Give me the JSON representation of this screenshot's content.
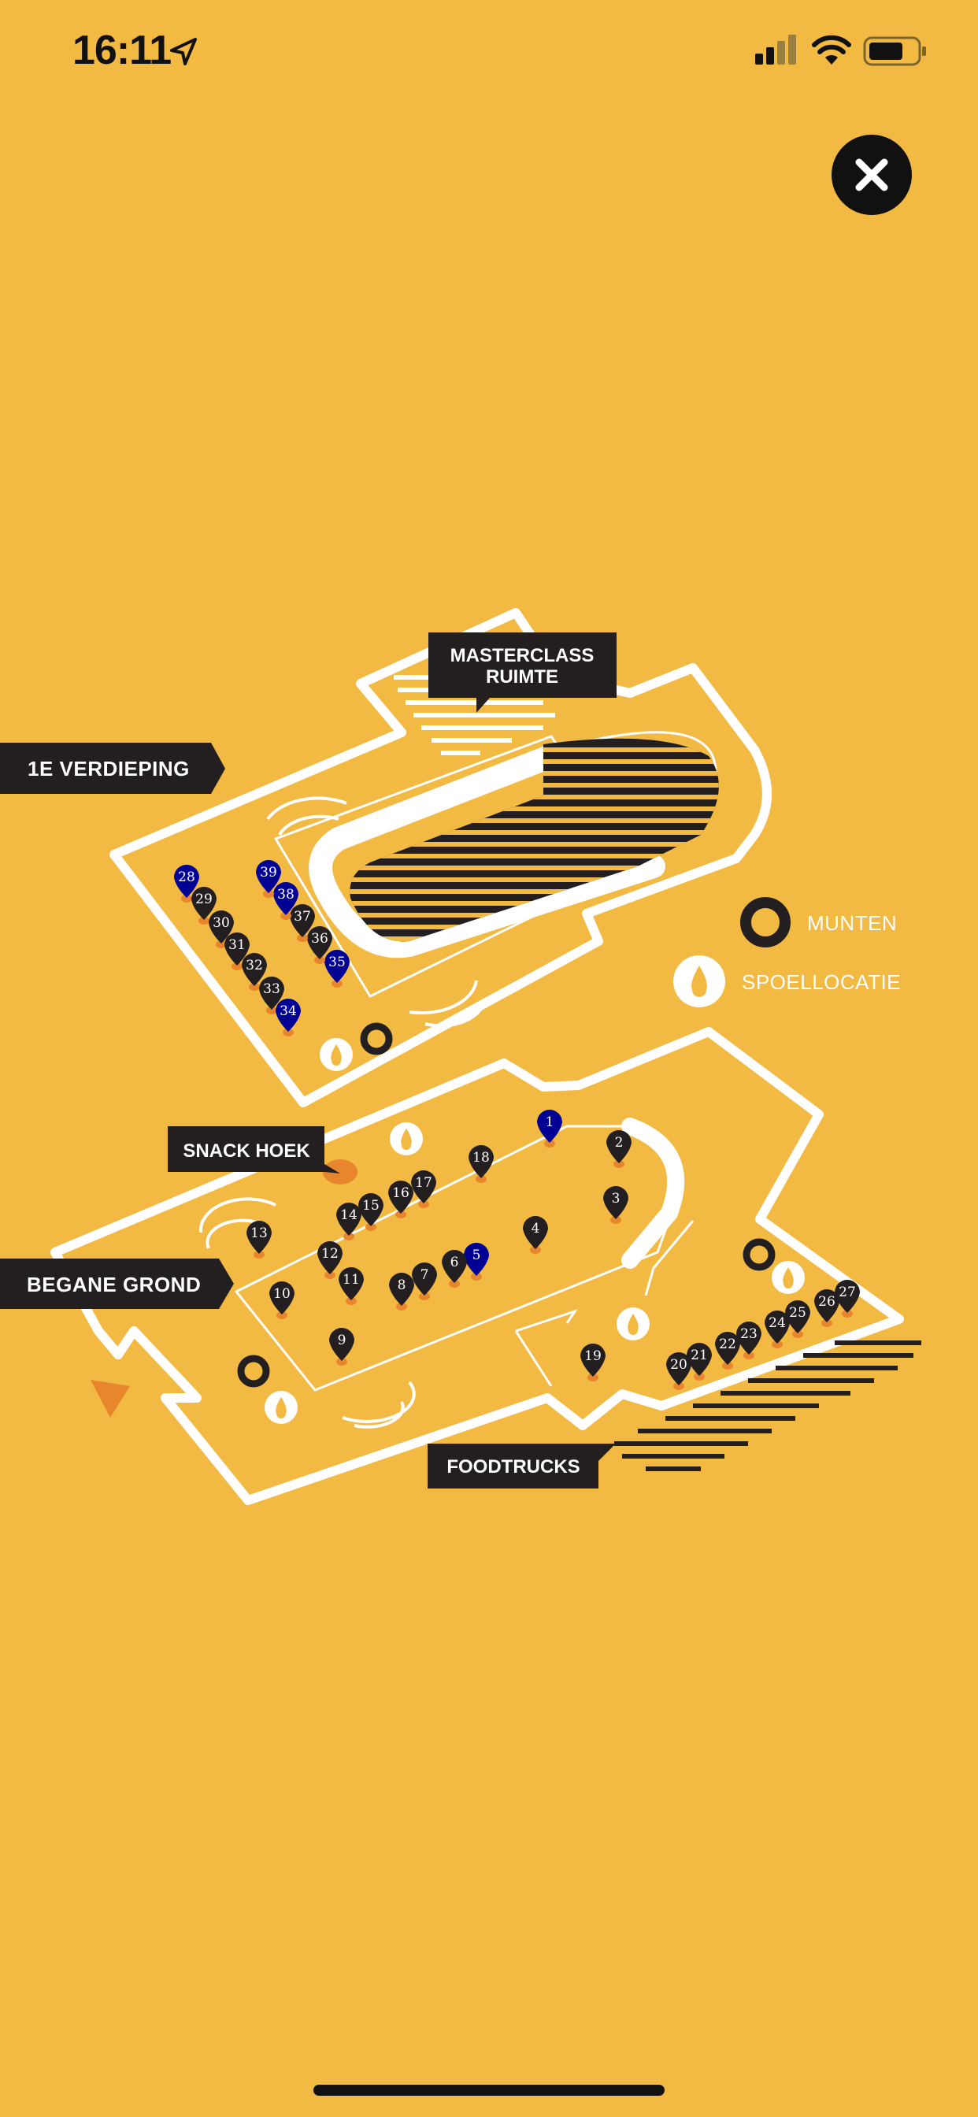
{
  "status_bar": {
    "time": "16:11",
    "location_icon": "location-arrow-icon",
    "signal_icon": "cellular-signal-icon",
    "wifi_icon": "wifi-icon",
    "battery_icon": "battery-icon"
  },
  "close_button": {
    "icon": "close-icon"
  },
  "colors": {
    "background": "#F2BA43",
    "dark": "#231F20",
    "highlight_pin": "#000095",
    "white": "#FFFFFF",
    "accent_orange": "#E8862E"
  },
  "floors": {
    "first_floor": "1E VERDIEPING",
    "ground_floor": "BEGANE GROND"
  },
  "areas": {
    "masterclass_line1": "MASTERCLASS",
    "masterclass_line2": "RUIMTE",
    "snack": "SNACK HOEK",
    "foodtrucks": "FOODTRUCKS"
  },
  "legend": {
    "coins": "MUNTEN",
    "rinse": "SPOELLOCATIE"
  },
  "pins": [
    {
      "label": "1",
      "highlighted": true
    },
    {
      "label": "2",
      "highlighted": false
    },
    {
      "label": "3",
      "highlighted": false
    },
    {
      "label": "4",
      "highlighted": false
    },
    {
      "label": "5",
      "highlighted": true
    },
    {
      "label": "6",
      "highlighted": false
    },
    {
      "label": "7",
      "highlighted": false
    },
    {
      "label": "8",
      "highlighted": false
    },
    {
      "label": "9",
      "highlighted": false
    },
    {
      "label": "10",
      "highlighted": false
    },
    {
      "label": "11",
      "highlighted": false
    },
    {
      "label": "12",
      "highlighted": false
    },
    {
      "label": "13",
      "highlighted": false
    },
    {
      "label": "14",
      "highlighted": false
    },
    {
      "label": "15",
      "highlighted": false
    },
    {
      "label": "16",
      "highlighted": false
    },
    {
      "label": "17",
      "highlighted": false
    },
    {
      "label": "18",
      "highlighted": false
    },
    {
      "label": "19",
      "highlighted": false
    },
    {
      "label": "20",
      "highlighted": false
    },
    {
      "label": "21",
      "highlighted": false
    },
    {
      "label": "22",
      "highlighted": false
    },
    {
      "label": "23",
      "highlighted": false
    },
    {
      "label": "24",
      "highlighted": false
    },
    {
      "label": "25",
      "highlighted": false
    },
    {
      "label": "26",
      "highlighted": false
    },
    {
      "label": "27",
      "highlighted": false
    },
    {
      "label": "28",
      "highlighted": true
    },
    {
      "label": "29",
      "highlighted": false
    },
    {
      "label": "30",
      "highlighted": false
    },
    {
      "label": "31",
      "highlighted": false
    },
    {
      "label": "32",
      "highlighted": false
    },
    {
      "label": "33",
      "highlighted": false
    },
    {
      "label": "34",
      "highlighted": true
    },
    {
      "label": "35",
      "highlighted": true
    },
    {
      "label": "36",
      "highlighted": false
    },
    {
      "label": "37",
      "highlighted": false
    },
    {
      "label": "38",
      "highlighted": true
    },
    {
      "label": "39",
      "highlighted": true
    }
  ]
}
